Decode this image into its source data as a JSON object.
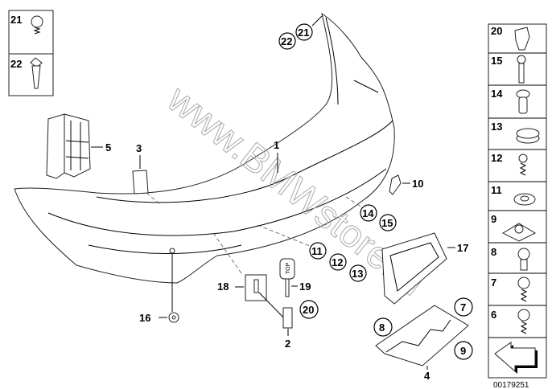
{
  "diagram_code": "00179251",
  "watermark": "www.BMWstore.pl",
  "left_legend": [
    {
      "num": "21",
      "icon": "collar-screw-icon"
    },
    {
      "num": "22",
      "icon": "expanding-nut-icon"
    }
  ],
  "right_legend": [
    {
      "num": "20",
      "icon": "clip-icon"
    },
    {
      "num": "15",
      "icon": "screw-icon"
    },
    {
      "num": "14",
      "icon": "spreading-rivet-icon"
    },
    {
      "num": "13",
      "icon": "cap-icon"
    },
    {
      "num": "12",
      "icon": "self-tapping-screw-icon"
    },
    {
      "num": "11",
      "icon": "washer-icon"
    },
    {
      "num": "9",
      "icon": "clip-nut-icon"
    },
    {
      "num": "8",
      "icon": "hex-bolt-icon"
    },
    {
      "num": "7",
      "icon": "hex-screw-with-washer-icon"
    },
    {
      "num": "6",
      "icon": "collar-screw-icon"
    }
  ],
  "callouts": {
    "c1": "1",
    "c2": "2",
    "c3": "3",
    "c4": "4",
    "c5": "5",
    "c7": "7",
    "c8": "8",
    "c9": "9",
    "c10": "10",
    "c11": "11",
    "c12": "12",
    "c13": "13",
    "c14": "14",
    "c15": "15",
    "c16": "16",
    "c17": "17",
    "c18": "18",
    "c19": "19",
    "c20": "20",
    "c21": "21",
    "c22": "22"
  },
  "key_text": "TOP"
}
